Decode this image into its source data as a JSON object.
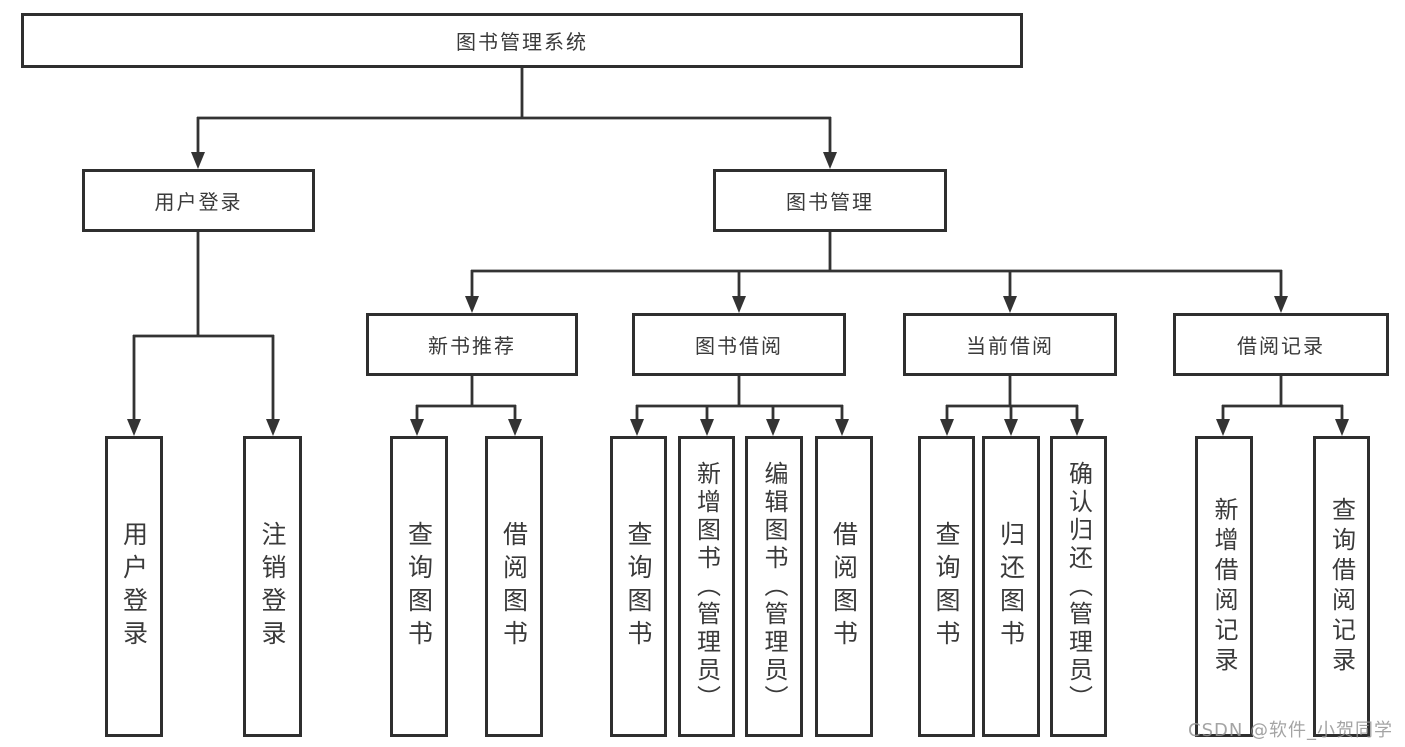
{
  "diagram": {
    "root": {
      "label": "图书管理系统"
    },
    "level1": {
      "userLogin": {
        "label": "用户登录"
      },
      "bookManagement": {
        "label": "图书管理"
      }
    },
    "level2": {
      "newBookRecommend": {
        "label": "新书推荐"
      },
      "bookBorrowing": {
        "label": "图书借阅"
      },
      "currentBorrowing": {
        "label": "当前借阅"
      },
      "borrowingRecords": {
        "label": "借阅记录"
      }
    },
    "leaves": {
      "userLoginLeaf": {
        "label": "用户登录"
      },
      "logoutLeaf": {
        "label": "注销登录"
      },
      "queryBooksRecommend": {
        "label": "查询图书"
      },
      "borrowBooksRecommend": {
        "label": "借阅图书"
      },
      "queryBooksBorrowing": {
        "label": "查询图书"
      },
      "addBookAdmin": {
        "label": "新增图书（管理员）"
      },
      "editBookAdmin": {
        "label": "编辑图书（管理员）"
      },
      "borrowBooksBorrowing": {
        "label": "借阅图书"
      },
      "queryBooksCurrent": {
        "label": "查询图书"
      },
      "returnBook": {
        "label": "归还图书"
      },
      "confirmReturnAdmin": {
        "label": "确认归还（管理员）"
      },
      "addBorrowRecord": {
        "label": "新增借阅记录"
      },
      "queryBorrowRecord": {
        "label": "查询借阅记录"
      }
    }
  },
  "watermark": {
    "text": "CSDN @软件_小贺同学"
  },
  "colors": {
    "line": "#333333",
    "border": "#2f2f2f",
    "text": "#3a3a3a",
    "background": "#ffffff",
    "watermark": "#949494"
  }
}
